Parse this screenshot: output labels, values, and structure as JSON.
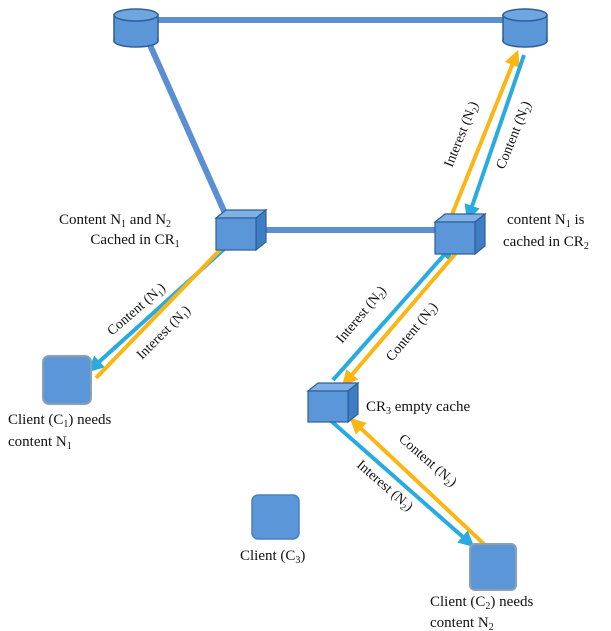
{
  "colors": {
    "link": "#5b8fd1",
    "node_fill": "#5b97d8",
    "node_stroke": "#2e5f96",
    "content_arrow": "#29abe2",
    "interest_arrow": "#fbb616",
    "client_stroke": "#8aa0b5"
  },
  "labels": {
    "cr1": {
      "line1": "Content N",
      "sub1": "1",
      "mid": " and N",
      "sub2": "2",
      "line2": "Cached in CR",
      "sub3": "1"
    },
    "cr2": {
      "line1": "content N",
      "sub1": "1",
      "mid": " is",
      "line2": "cached in CR",
      "sub2": "2"
    },
    "cr3": {
      "pre": "CR",
      "sub": "3",
      "post": " empty cache"
    },
    "client1": {
      "line1a": "Client (C",
      "sub1": "1",
      "line1b": ") needs",
      "line2": "content N",
      "sub2": "1"
    },
    "client2": {
      "line1a": "Client (C",
      "sub1": "2",
      "line1b": ") needs",
      "line2": "content N",
      "sub2": "2"
    },
    "client3": {
      "pre": "Client (C",
      "sub": "3",
      "post": ")"
    }
  },
  "arrows": {
    "content_n1": {
      "pre": "Content (N",
      "sub": "1",
      "post": ")"
    },
    "interest_n1": {
      "pre": "Interest (N",
      "sub": "1",
      "post": ")"
    },
    "interest_n2_top": {
      "pre": "Interest (N",
      "sub": "2",
      "post": ")"
    },
    "content_n2_top": {
      "pre": "Content (N",
      "sub": "2",
      "post": ")"
    },
    "interest_n2_mid": {
      "pre": "Interest (N",
      "sub": "2",
      "post": ")"
    },
    "content_n2_mid": {
      "pre": "Content (N",
      "sub": "2",
      "post": ")"
    },
    "content_n2_bot": {
      "pre": "Content (N",
      "sub": "2",
      "post": ")"
    },
    "interest_n2_bot": {
      "pre": "Interest (N",
      "sub": "2",
      "post": ")"
    }
  }
}
